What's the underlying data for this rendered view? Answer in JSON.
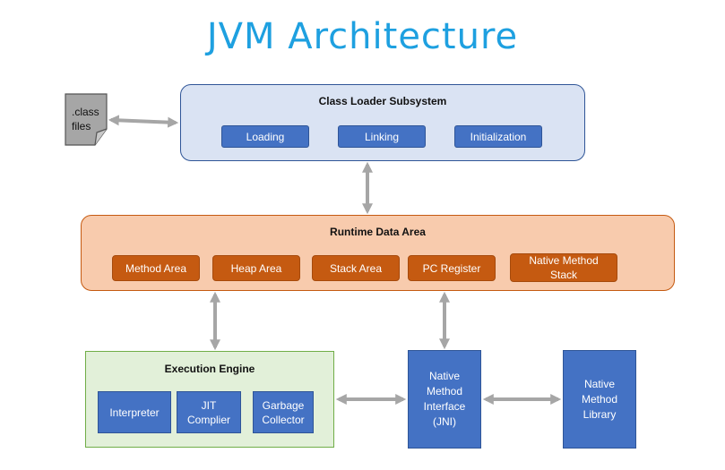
{
  "title": "JVM Architecture",
  "class_file": {
    "line1": ".class",
    "line2": "files"
  },
  "class_loader": {
    "title": "Class Loader Subsystem",
    "items": [
      "Loading",
      "Linking",
      "Initialization"
    ]
  },
  "runtime": {
    "title": "Runtime Data Area",
    "items": [
      "Method Area",
      "Heap Area",
      "Stack Area",
      "PC Register"
    ],
    "native_stack": {
      "line1": "Native Method",
      "line2": "Stack"
    }
  },
  "engine": {
    "title": "Execution Engine",
    "interpreter": "Interpreter",
    "jit": {
      "line1": "JIT",
      "line2": "Complier"
    },
    "gc": {
      "line1": "Garbage",
      "line2": "Collector"
    }
  },
  "jni": {
    "line1": "Native",
    "line2": "Method",
    "line3": "Interface",
    "line4": "(JNI)"
  },
  "library": {
    "line1": "Native",
    "line2": "Method",
    "line3": "Library"
  },
  "colors": {
    "title": "#1ea0e0",
    "blue_box": "#4472c4",
    "orange_box": "#c55a11",
    "arrow": "#a6a6a6"
  }
}
